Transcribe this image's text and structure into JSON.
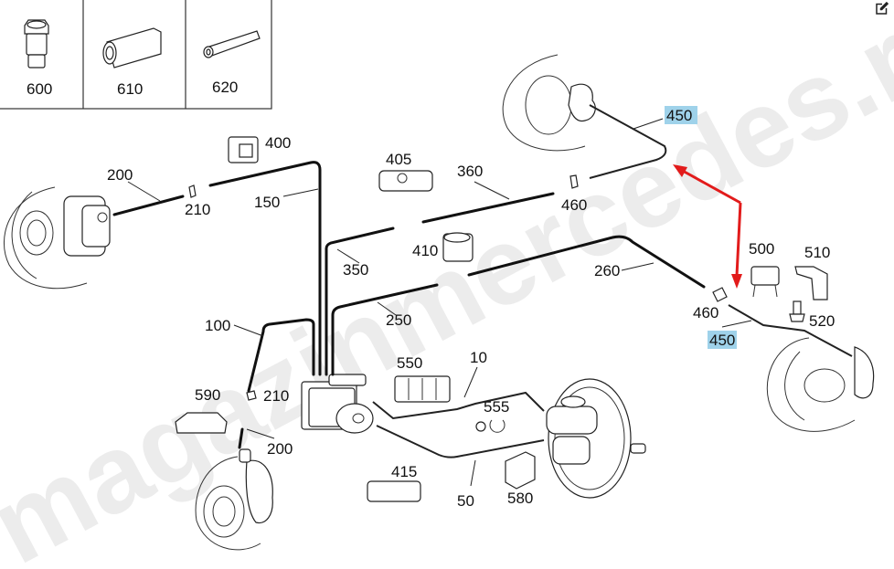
{
  "watermark": "magazinmercedes.ru",
  "edit_button": {
    "icon": "edit-icon"
  },
  "inset_parts": [
    {
      "number": "600",
      "name": "union-nut"
    },
    {
      "number": "610",
      "name": "connector-sleeve"
    },
    {
      "number": "620",
      "name": "tube-piece"
    }
  ],
  "labels": {
    "p10": "10",
    "p50": "50",
    "p100": "100",
    "p150": "150",
    "p200a": "200",
    "p200b": "200",
    "p210a": "210",
    "p210b": "210",
    "p250": "250",
    "p260": "260",
    "p350": "350",
    "p360": "360",
    "p400": "400",
    "p405": "405",
    "p410": "410",
    "p415": "415",
    "p450a": "450",
    "p450b": "450",
    "p460a": "460",
    "p460b": "460",
    "p500": "500",
    "p510": "510",
    "p520": "520",
    "p550": "550",
    "p555": "555",
    "p580": "580",
    "p590": "590"
  },
  "highlighted_parts": [
    "450"
  ],
  "colors": {
    "highlight": "#9fd2ea",
    "arrow": "#e21b1b"
  }
}
